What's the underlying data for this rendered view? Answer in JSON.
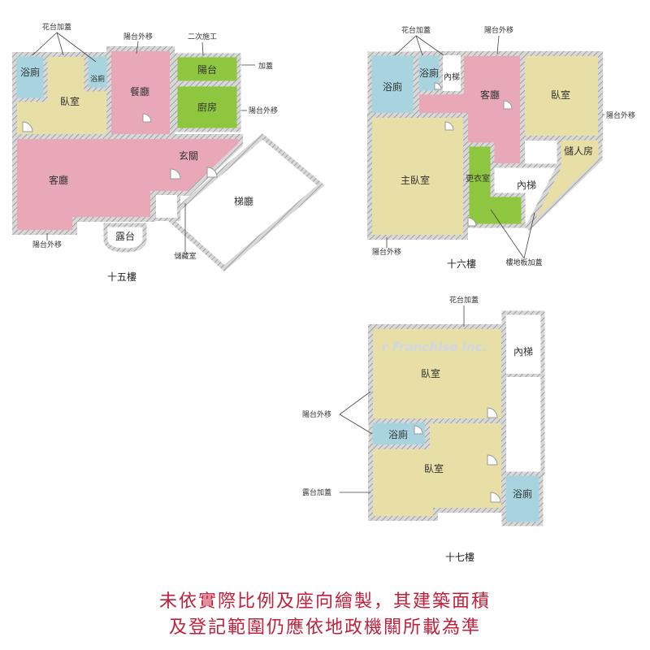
{
  "colors": {
    "living": "#e8a8b8",
    "bedroom": "#e8dfa6",
    "bath": "#a8d4e0",
    "green": "#8ec63f",
    "wall": "#9a9a9a",
    "disclaimer": "#c0203a"
  },
  "floors": {
    "f15": {
      "title": "十五樓",
      "rooms": {
        "bath1": "浴廁",
        "bath2": "浴廁",
        "bedroom": "臥室",
        "dining": "餐廳",
        "balcony": "陽台",
        "kitchen": "廚房",
        "living": "客廳",
        "foyer": "玄關",
        "stairhall": "梯廳",
        "terrace": "露台"
      },
      "notes": {
        "planter": "花台加蓋",
        "balcony_move_top": "陽台外移",
        "second_construction": "二次施工",
        "add_cover": "加蓋",
        "balcony_move_right": "陽台外移",
        "balcony_move_bottom": "陽台外移",
        "storage": "儲藏室"
      }
    },
    "f16": {
      "title": "十六樓",
      "rooms": {
        "bath1": "浴廁",
        "bath2": "浴廁",
        "stair_small": "內梯",
        "living": "客廳",
        "bedroom": "臥室",
        "master": "主臥室",
        "dressing": "更衣室",
        "stair": "內梯",
        "storage": "儲人房"
      },
      "notes": {
        "planter": "花台加蓋",
        "balcony_move_top": "陽台外移",
        "balcony_move_right": "陽台外移",
        "balcony_move_bottom": "陽台外移",
        "floor_slab": "樓地板加蓋"
      }
    },
    "f17": {
      "title": "十七樓",
      "rooms": {
        "bedroom1": "臥室",
        "bath1": "浴廁",
        "bedroom2": "臥室",
        "bath2": "浴廁",
        "stair": "內梯"
      },
      "notes": {
        "planter": "花台加蓋",
        "balcony_move": "陽台外移",
        "terrace_cover": "露台加蓋"
      }
    }
  },
  "watermark": "r Franchise Inc.",
  "disclaimer": {
    "line1": "未依實際比例及座向繪製，其建築面積",
    "line2": "及登記範圍仍應依地政機關所載為準"
  }
}
